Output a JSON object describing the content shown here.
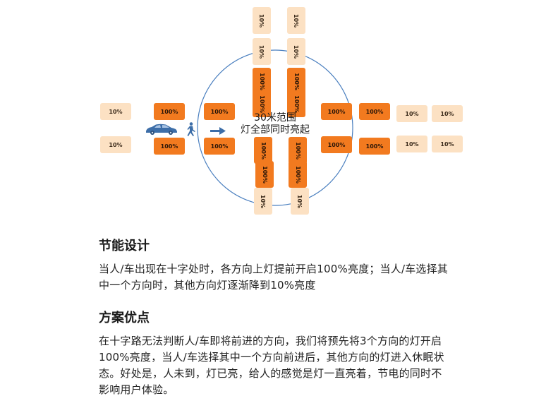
{
  "diagram": {
    "circle_label_line1": "30米范围",
    "circle_label_line2": "灯全部同时亮起",
    "lamps": {
      "left_far_top": "10%",
      "left_far_bottom": "10%",
      "left_mid_top": "100%",
      "left_mid_bottom": "100%",
      "left_near_top": "100%",
      "left_near_bottom": "100%",
      "right_near_top": "100%",
      "right_near_bottom": "100%",
      "right_mid_top": "100%",
      "right_mid_bottom": "100%",
      "right_far1_top": "10%",
      "right_far1_bottom": "10%",
      "right_far2_top": "10%",
      "right_far2_bottom": "10%",
      "top_l1": "10%",
      "top_r1": "10%",
      "top_l2": "10%",
      "top_r2": "10%",
      "top_l3": "100%",
      "top_r3": "100%",
      "top_l4": "100%",
      "top_r4": "100%",
      "bottom_l1": "100%",
      "bottom_r1": "100%",
      "bottom_l2": "100%",
      "bottom_r2": "100%",
      "bottom_l3": "10%",
      "bottom_r3": "10%"
    },
    "colors": {
      "lamp_on": "#f27a1f",
      "lamp_off": "#fce1c3",
      "circle": "#4a7fbf",
      "car": "#3d6ea8"
    },
    "icons": [
      "car-icon",
      "pedestrian-icon",
      "arrow-right-icon"
    ]
  },
  "section1": {
    "heading": "节能设计",
    "body": "当人/车出现在十字处时，各方向上灯提前开启100%亮度；当人/车选择其中一个方向时，其他方向灯逐渐降到10%亮度"
  },
  "section2": {
    "heading": "方案优点",
    "body": "在十字路无法判断人/车即将前进的方向，我们将预先将3个方向的灯开启100%亮度，当人/车选择其中一个方向前进后，其他方向的灯进入休眠状态。好处是，人未到，灯已亮，给人的感觉是灯一直亮着，节电的同时不影响用户体验。"
  }
}
